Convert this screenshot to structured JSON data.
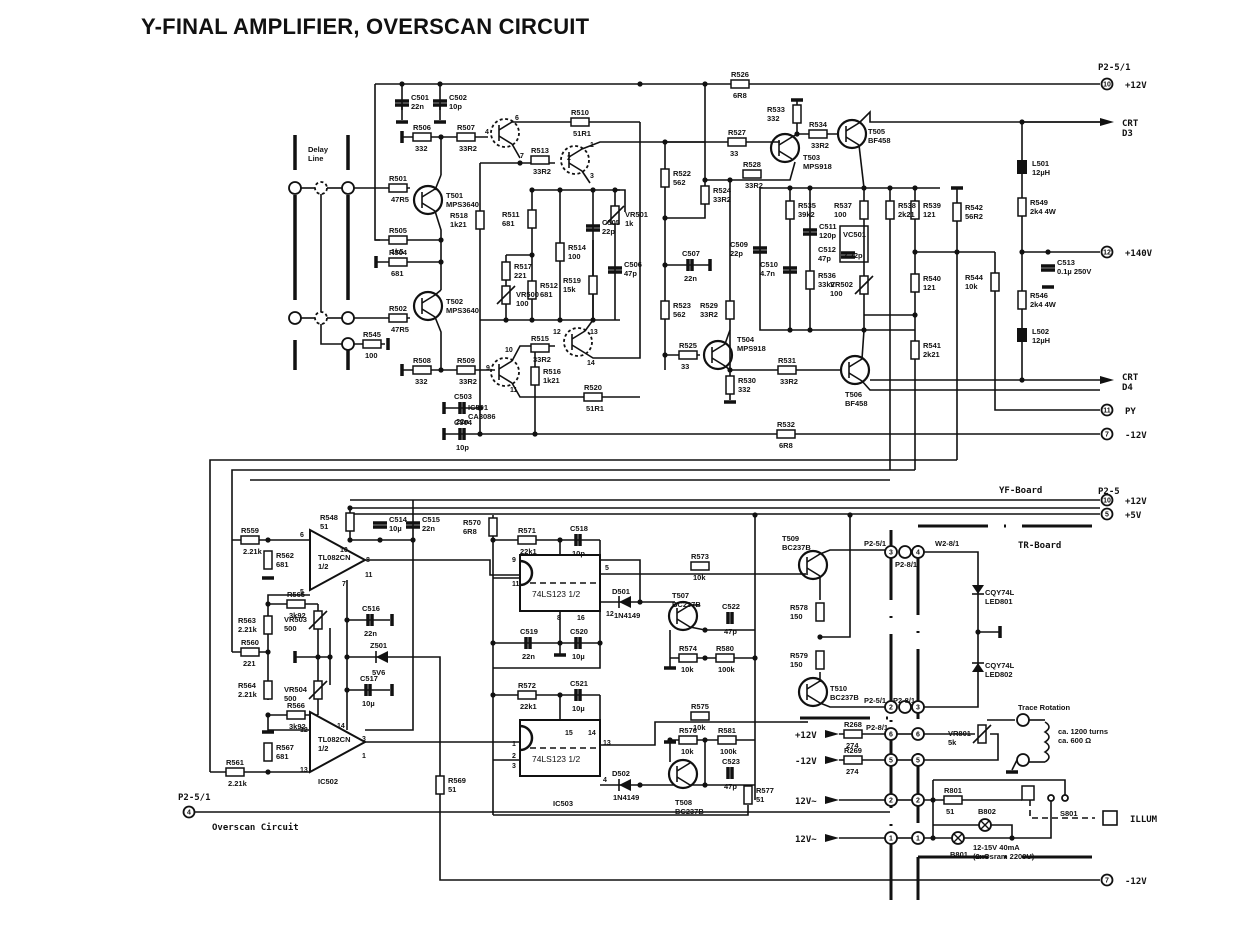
{
  "title": "Y-FINAL AMPLIFIER, OVERSCAN CIRCUIT",
  "delay_line": "Delay Line",
  "boards": {
    "yf": "YF-Board",
    "tr": "TR-Board"
  },
  "section_label": "Overscan Circuit",
  "terminals": {
    "p2s1_top": "P2-5/1",
    "plus12v_top": {
      "pin": "10",
      "label": "+12V"
    },
    "crt_d3": "CRT D3",
    "plus140v": {
      "pin": "12",
      "label": "+140V"
    },
    "crt_d4": "CRT D4",
    "py": {
      "pin": "11",
      "label": "PY"
    },
    "minus12v_mid": {
      "pin": "7",
      "label": "-12V"
    },
    "p2s": "P2-5",
    "plus12v_yf": {
      "pin": "10",
      "label": "+12V"
    },
    "plus5v_yf": {
      "pin": "5",
      "label": "+5V"
    },
    "p2s1_overscan": {
      "name": "P2-5/1",
      "pin": "4"
    },
    "minus12v_bottom": {
      "pin": "7",
      "label": "-12V"
    },
    "illum": "ILLUM"
  },
  "components": {
    "C501": "22n",
    "C502": "10p",
    "R506": "332",
    "R507": "33R2",
    "R510": "51R1",
    "R513": "33R2",
    "R501": "47R5",
    "T501": "MPS3640",
    "R505": "1k5",
    "R504": "681",
    "T502": "MPS3640",
    "R502": "47R5",
    "R545": "100",
    "R508": "332",
    "R509": "33R2",
    "R518": "1k21",
    "R511": "681",
    "R517": "221",
    "VR500": "100",
    "R512": "681",
    "C505": "22p",
    "R514": "100",
    "R519": "15k",
    "VR501": "1k",
    "C506": "47p",
    "R515": "33R2",
    "R516": "1k21",
    "R520": "51R1",
    "C503": "22n",
    "C504": "10p",
    "IC501": "CA3086",
    "R526": "6R8",
    "R533": "332",
    "R527": "33",
    "R534": "33R2",
    "T503": "MPS918",
    "T505": "BF458",
    "R528": "33R2",
    "R522": "562",
    "R524": "33R2",
    "C507": "22n",
    "R523": "562",
    "R529": "33R2",
    "R525": "33",
    "T504": "MPS918",
    "R530": "332",
    "R531": "33R2",
    "T506": "BF458",
    "R532": "6R8",
    "C509": "22p",
    "R535": "39k2",
    "C510": "4.7n",
    "C511": "120p",
    "R536": "33k2",
    "C512": "47p",
    "R537": "100",
    "VC501": "2-22p",
    "VR502": "100",
    "R538": "2k21",
    "R539": "121",
    "R540": "121",
    "R541": "2k21",
    "R542": "56R2",
    "R544": "10k",
    "L501": "12µH",
    "R549": "2k4 4W",
    "C513": "0.1µ 250V",
    "R546": "2k4 4W",
    "L502": "12µH",
    "R559": "2.21k",
    "R562": "681",
    "R548": "51",
    "C514": "10µ",
    "C515": "22n",
    "IC502A": "TL082CN 1/2",
    "R563": "2.21k",
    "R565": "3k92",
    "VR503": "500",
    "R560": "221",
    "C516": "22n",
    "Z501": "5V6",
    "R564": "2.21k",
    "VR504": "500",
    "R566": "3k92",
    "C517": "10µ",
    "IC502B": "TL082CN 1/2",
    "IC502": "IC502",
    "R567": "681",
    "R561": "2.21k",
    "R569": "51",
    "R570": "6R8",
    "R571": "22k1",
    "C518": "10p",
    "IC503A": "74LS123 1/2",
    "C519": "22n",
    "C520": "10µ",
    "D501": "1N4149",
    "R573": "10k",
    "T507": "BC237B",
    "C522": "47p",
    "R574": "10k",
    "R580": "100k",
    "R572": "22k1",
    "C521": "10µ",
    "R575": "10k",
    "IC503B": "74LS123 1/2",
    "IC503": "IC503",
    "D502": "1N4149",
    "R576": "10k",
    "R581": "100k",
    "T508": "BC237B",
    "C523": "47p",
    "R577": "51",
    "T509": "BC237B",
    "R578": "150",
    "R579": "150",
    "T510": "BC237B",
    "LED801": "CQY74L LED801",
    "LED802": "CQY74L LED802",
    "VR801": "5k",
    "R268": "274",
    "R269": "274",
    "R801": "51",
    "B801": "B801",
    "B802": "B802",
    "S801": "S801"
  },
  "tr_board": {
    "conn_labels": {
      "p2s1_a": "P2-5/1",
      "w2_8_1": "W2-8/1",
      "p2_8_1a": "P2-8/1",
      "p2s1_b": "P2-5/1",
      "p2_8_1b": "P2-8/1",
      "p2_8_1c": "P2-8/1"
    },
    "inputs": [
      "+12V",
      "-12V",
      "12V~",
      "12V~"
    ],
    "trace_rotation": "Trace Rotation",
    "coil_note": [
      "ca. 1200 turns",
      "ca. 600 Ω"
    ],
    "lamp_note": [
      "12-15V 40mA",
      "(2xOsram 2209U)"
    ]
  }
}
